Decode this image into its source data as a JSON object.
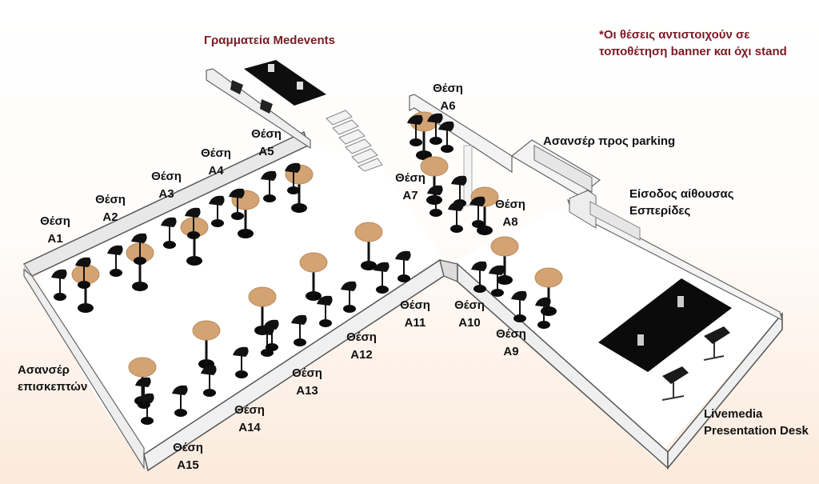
{
  "header": {
    "secretariat": "Γραμματεία Medevents",
    "note_line1": "*Οι θέσεις αντιστοιχούν σε",
    "note_line2": "τοποθέτηση banner και όχι stand"
  },
  "areas": {
    "elevator_parking": "Ασανσέρ προς parking",
    "entrance_line1": "Είσοδος αίθουσας",
    "entrance_line2": "Εσπερίδες",
    "elevator_visitors_line1": "Ασανσέρ",
    "elevator_visitors_line2": "επισκεπτών",
    "desk_line1": "Livemedia",
    "desk_line2": "Presentation Desk"
  },
  "positions": [
    {
      "word": "Θέση",
      "code": "A1"
    },
    {
      "word": "Θέση",
      "code": "A2"
    },
    {
      "word": "Θέση",
      "code": "A3"
    },
    {
      "word": "Θέση",
      "code": "A4"
    },
    {
      "word": "Θέση",
      "code": "A5"
    },
    {
      "word": "Θέση",
      "code": "A6"
    },
    {
      "word": "Θέση",
      "code": "A7"
    },
    {
      "word": "Θέση",
      "code": "A8"
    },
    {
      "word": "Θέση",
      "code": "A9"
    },
    {
      "word": "Θέση",
      "code": "A10"
    },
    {
      "word": "Θέση",
      "code": "A11"
    },
    {
      "word": "Θέση",
      "code": "A12"
    },
    {
      "word": "Θέση",
      "code": "A13"
    },
    {
      "word": "Θέση",
      "code": "A14"
    },
    {
      "word": "Θέση",
      "code": "A15"
    }
  ]
}
